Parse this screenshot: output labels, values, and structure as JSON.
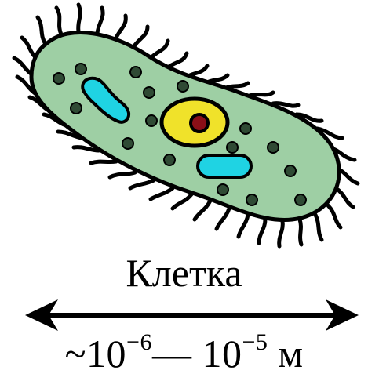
{
  "label": "Клетка",
  "scale": {
    "prefix": "~10",
    "exp1": "−6",
    "dash": "— 10",
    "exp2": "−5",
    "unit": " м"
  },
  "colors": {
    "cytoplasm": "#9ecfa4",
    "outline": "#000000",
    "granule": "#2f4a34",
    "vacuole": "#1fd3e3",
    "nucleus": "#f0e22a",
    "nucleolus": "#8b0f17",
    "arrow": "#000000"
  },
  "icons": [
    "cell-illustration",
    "double-headed-arrow-icon"
  ]
}
